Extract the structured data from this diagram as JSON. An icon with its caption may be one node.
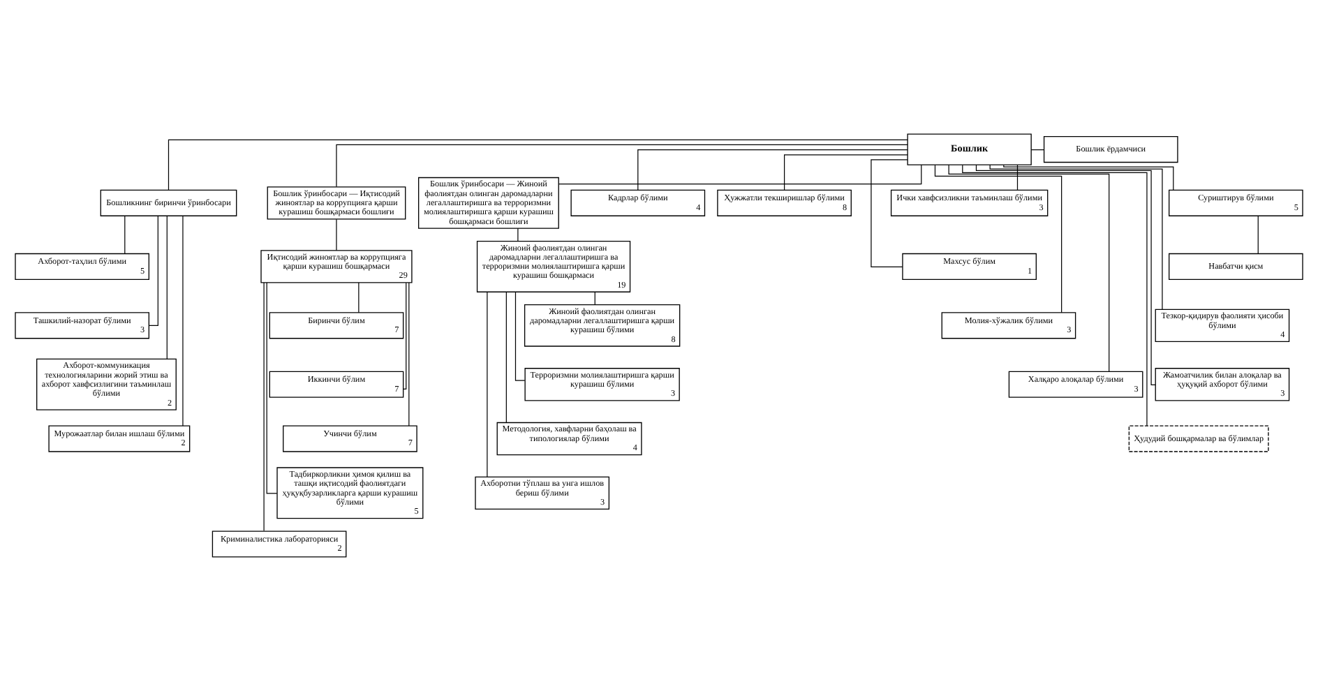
{
  "diagram": {
    "nodes": [
      {
        "text": [
          "Бошлик"
        ]
      },
      {
        "text": [
          "Бошлик ёрдамчиси"
        ]
      },
      {
        "text": [
          "Бошликнинг биринчи ўринбосари"
        ]
      },
      {
        "text": [
          "Бошлик ўринбосари — Иқтисодий жиноятлар ва коррупцияга қарши курашиш бошқармаси бошлиғи"
        ]
      },
      {
        "text": [
          "Бошлик ўринбосари — Жиноий фаолиятдан олинган даромадларни легаллаштиришга ва терроризмни молиялаштиришга қарши курашиш бошқармаси бошлиғи"
        ]
      },
      {
        "text": [
          "Ахборот-таҳлил бўлими",
          "5"
        ]
      },
      {
        "text": [
          "Ташкилий-назорат бўлими",
          "3"
        ]
      },
      {
        "text": [
          "Ахборот-коммуникация технологияларини жорий этиш ва ахборот хавфсизлигини таъминлаш бўлими",
          "2"
        ]
      },
      {
        "text": [
          "Мурожаатлар билан ишлаш бўлими",
          "2"
        ]
      },
      {
        "text": [
          "Иқтисодий жиноятлар ва коррупцияга қарши курашиш бошқармаси",
          "29"
        ]
      },
      {
        "text": [
          "Биринчи бўлим",
          "7"
        ]
      },
      {
        "text": [
          "Иккинчи бўлим",
          "7"
        ]
      },
      {
        "text": [
          "Учинчи бўлим",
          "7"
        ]
      },
      {
        "text": [
          "Тадбиркорликни ҳимоя қилиш ва ташқи иқтисодий фаолиятдаги ҳуқуқбузарликларга қарши курашиш бўлими",
          "5"
        ]
      },
      {
        "text": [
          "Криминалистика лабораторияси",
          "2"
        ]
      },
      {
        "text": [
          "Жиноий фаолиятдан олинган даромадларни легаллаштиришга ва терроризмни молиялаштиришга қарши курашиш бошқармаси",
          "19"
        ]
      },
      {
        "text": [
          "Жиноий фаолиятдан олинган даромадларни легаллаштиришга қарши курашиш бўлими",
          "8"
        ]
      },
      {
        "text": [
          "Терроризмни молиялаштиришга қарши курашиш бўлими",
          "3"
        ]
      },
      {
        "text": [
          "Методология, хавфларни баҳолаш ва типологиялар бўлими",
          "4"
        ]
      },
      {
        "text": [
          "Ахборотни тўплаш ва унга ишлов бериш бўлими",
          "3"
        ]
      },
      {
        "text": [
          "Кадрлар бўлими",
          "4"
        ]
      },
      {
        "text": [
          "Ҳужжатли текширишлар бўлими",
          "8"
        ]
      },
      {
        "text": [
          "Ички хавфсизликни таъминлаш бўлими",
          "3"
        ]
      },
      {
        "text": [
          "Суриштирув бўлими",
          "5"
        ]
      },
      {
        "text": [
          "Навбатчи қисм"
        ]
      },
      {
        "text": [
          "Махсус бўлим",
          "1"
        ]
      },
      {
        "text": [
          "Молия-хўжалик бўлими",
          "3"
        ]
      },
      {
        "text": [
          "Тезкор-қидирув фаолияти ҳисоби бўлими",
          "4"
        ]
      },
      {
        "text": [
          "Халқаро алоқалар бўлими",
          "3"
        ]
      },
      {
        "text": [
          "Жамоатчилик билан алоқалар ва ҳуқуқий ахборот бўлими",
          "3"
        ]
      },
      {
        "text": [
          "Ҳудудий бошқармалар ва бўлимлар"
        ]
      }
    ],
    "edges": [
      {
        "from": 0,
        "to": 1,
        "arrow": "none"
      },
      {
        "from": 0,
        "to": 2,
        "arrow": "none"
      },
      {
        "from": 0,
        "to": 3,
        "arrow": "none"
      },
      {
        "from": 0,
        "to": 4,
        "arrow": "none"
      },
      {
        "from": 2,
        "to": 5,
        "arrow": "none"
      },
      {
        "from": 2,
        "to": 6,
        "arrow": "none"
      },
      {
        "from": 2,
        "to": 7,
        "arrow": "none"
      },
      {
        "from": 2,
        "to": 8,
        "arrow": "none"
      },
      {
        "from": 3,
        "to": 9,
        "arrow": "none"
      },
      {
        "from": 9,
        "to": 10,
        "arrow": "none"
      },
      {
        "from": 9,
        "to": 11,
        "arrow": "none"
      },
      {
        "from": 9,
        "to": 12,
        "arrow": "none"
      },
      {
        "from": 9,
        "to": 13,
        "arrow": "none"
      },
      {
        "from": 9,
        "to": 14,
        "arrow": "none"
      },
      {
        "from": 4,
        "to": 15,
        "arrow": "none"
      },
      {
        "from": 15,
        "to": 16,
        "arrow": "none"
      },
      {
        "from": 15,
        "to": 17,
        "arrow": "none"
      },
      {
        "from": 15,
        "to": 18,
        "arrow": "none"
      },
      {
        "from": 15,
        "to": 19,
        "arrow": "none"
      },
      {
        "from": 0,
        "to": 20,
        "arrow": "none"
      },
      {
        "from": 0,
        "to": 21,
        "arrow": "none"
      },
      {
        "from": 0,
        "to": 22,
        "arrow": "none"
      },
      {
        "from": 0,
        "to": 23,
        "arrow": "none"
      },
      {
        "from": 23,
        "to": 24,
        "arrow": "none"
      },
      {
        "from": 0,
        "to": 25,
        "arrow": "none"
      },
      {
        "from": 0,
        "to": 26,
        "arrow": "none"
      },
      {
        "from": 0,
        "to": 27,
        "arrow": "none"
      },
      {
        "from": 0,
        "to": 28,
        "arrow": "none"
      },
      {
        "from": 0,
        "to": 29,
        "arrow": "none"
      },
      {
        "from": 0,
        "to": 30,
        "arrow": "none"
      }
    ]
  }
}
